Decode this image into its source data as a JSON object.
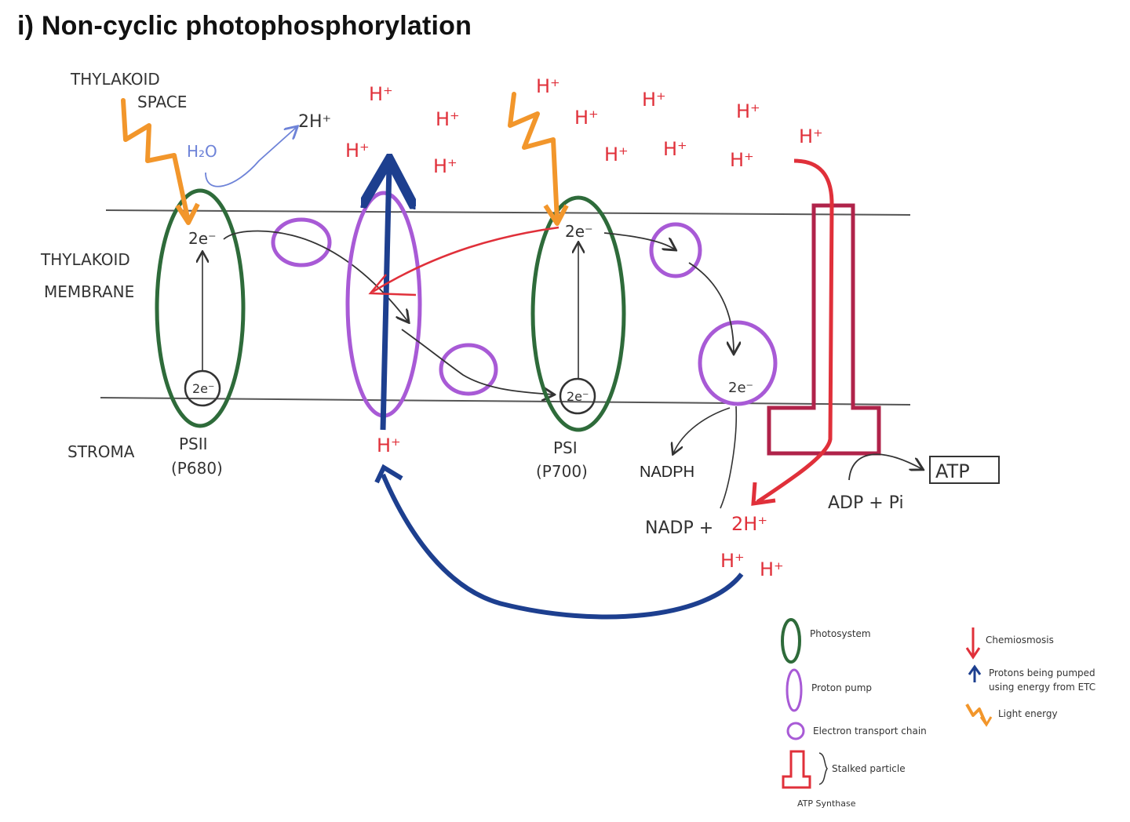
{
  "title": "i) Non-cyclic photophosphorylation",
  "labels": {
    "thylakoid_space_1": "THYLAKOID",
    "thylakoid_space_2": "SPACE",
    "thylakoid_membrane_1": "THYLAKOID",
    "thylakoid_membrane_2": "MEMBRANE",
    "stroma": "STROMA",
    "psii": "PSII",
    "p680": "(P680)",
    "psi": "PSI",
    "p700": "(P700)",
    "water": "H₂O",
    "two_h_plus_top": "2H⁺",
    "electrons": "2e⁻",
    "nadph": "NADPH",
    "nadp": "NADP +",
    "two_h_plus_red": "2H⁺",
    "adp_pi": "ADP + Pi",
    "atp": "ATP",
    "h_plus": "H⁺"
  },
  "legend": {
    "photosystem": "Photosystem",
    "proton_pump": "Proton pump",
    "etc": "Electron transport chain",
    "stalked_particle": "Stalked particle",
    "atp_synthase": "ATP Synthase",
    "chemiosmosis": "Chemiosmosis",
    "protons_pumped_1": "Protons being pumped",
    "protons_pumped_2": "using energy from ETC",
    "light_energy": "Light energy"
  },
  "colors": {
    "photosystem": "#2e6b3a",
    "pump": "#a85ad6",
    "blue": "#1d3f8f",
    "red": "#e0303a",
    "synthase": "#b0234a",
    "light": "#f2962b",
    "water": "#6e83d8"
  }
}
